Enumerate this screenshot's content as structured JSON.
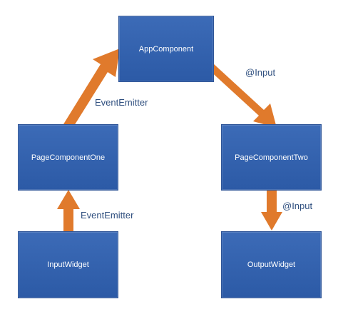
{
  "colors": {
    "node_fill_top": "#3c6bb7",
    "node_fill_bottom": "#2c5aa6",
    "arrow": "#e07a2c",
    "label": "#2f4f7f"
  },
  "nodes": {
    "app": "AppComponent",
    "page_one": "PageComponentOne",
    "page_two": "PageComponentTwo",
    "input_widget": "InputWidget",
    "output_widget": "OutputWidget"
  },
  "edges": {
    "page_one_to_app": "EventEmitter",
    "app_to_page_two": "@Input",
    "input_to_page_one": "EventEmitter",
    "page_two_to_output": "@Input"
  }
}
